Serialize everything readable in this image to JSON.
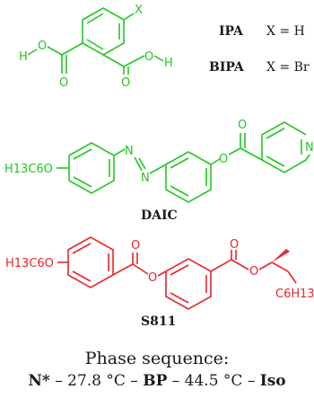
{
  "colors": {
    "green": "#22c722",
    "red": "#e8262a",
    "black": "#1a1a1a"
  },
  "ipa": {
    "substituent": "X",
    "oxygen": "O",
    "hydrogen": "H",
    "rows": [
      {
        "name": "IPA",
        "value": "X = H"
      },
      {
        "name": "BIPA",
        "value": "X = Br"
      }
    ]
  },
  "daic": {
    "name": "DAIC",
    "alkoxy": "H13C6O",
    "nitrogen": "N",
    "oxygen": "O"
  },
  "s811": {
    "name": "S811",
    "alkoxy": "H13C6O",
    "hexyl": "C6H13",
    "oxygen": "O"
  },
  "phase": {
    "title": "Phase sequence:",
    "n_star": "N*",
    "sep": "–",
    "t1": "27.8 °C",
    "bp": "BP",
    "t2": "44.5 °C",
    "iso": "Iso"
  }
}
